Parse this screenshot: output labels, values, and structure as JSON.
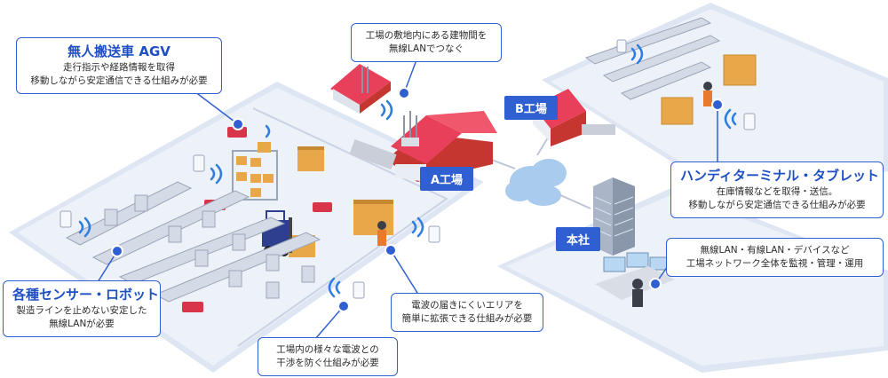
{
  "callouts": {
    "agv": {
      "title": "無人搬送車 AGV",
      "lines": [
        "走行指示や経路情報を取得",
        "移動しながら安定通信できる仕組みが必要"
      ]
    },
    "buildings": {
      "lines": [
        "工場の敷地内にある建物間を",
        "無線LANでつなぐ"
      ]
    },
    "handy": {
      "title": "ハンディターミナル・タブレット",
      "lines": [
        "在庫情報などを取得・送信。",
        "移動しながら安定通信できる仕組みが必要"
      ]
    },
    "monitor": {
      "lines": [
        "無線LAN・有線LAN・デバイスなど",
        "工場ネットワーク全体を監視・管理・運用"
      ]
    },
    "sensors": {
      "title": "各種センサー・ロボット",
      "lines": [
        "製造ラインを止めない安定した",
        "無線LANが必要"
      ]
    },
    "coverage": {
      "lines": [
        "電波の届きにくいエリアを",
        "簡単に拡張できる仕組みが必要"
      ]
    },
    "interference": {
      "lines": [
        "工場内の様々な電波との",
        "干渉を防ぐ仕組みが必要"
      ]
    }
  },
  "tags": {
    "factory_a": "A工場",
    "factory_b": "B工場",
    "hq": "本社"
  },
  "colors": {
    "accent": "#2f5fd0",
    "roof": "#e8405a",
    "floor": "#e9eef7",
    "box": "#e8a84a"
  }
}
